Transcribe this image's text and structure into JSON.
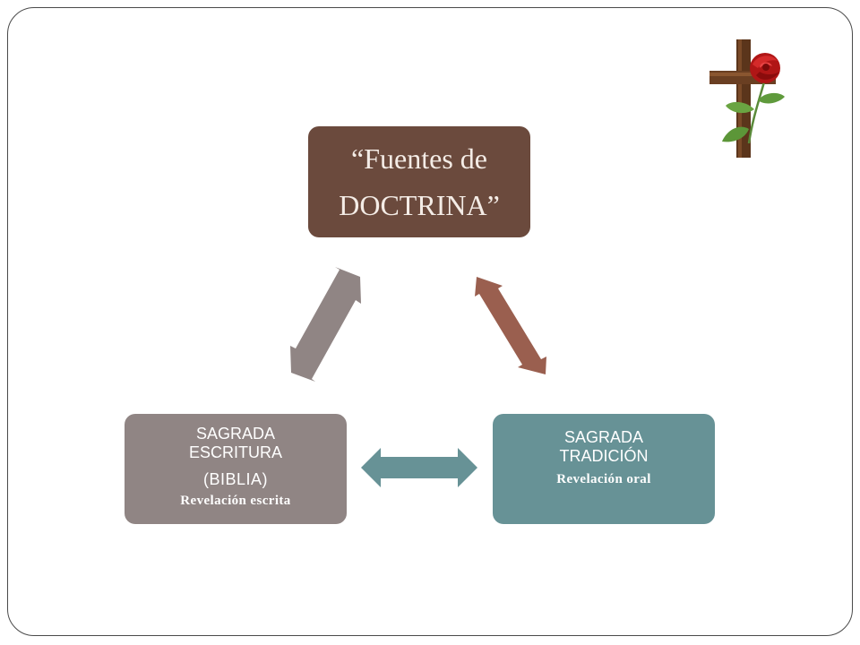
{
  "diagram": {
    "top_box": {
      "line1": "“Fuentes de",
      "line2": "DOCTRINA”"
    },
    "left_box": {
      "heading": "SAGRADA ESCRITURA",
      "subheading": "(BIBLIA)",
      "note": "Revelación escrita"
    },
    "right_box": {
      "heading": "SAGRADA TRADICIÓN",
      "note": "Revelación oral"
    },
    "colors": {
      "top": "#6b4a3d",
      "left": "#908584",
      "right": "#679296",
      "arrow_left": "#908584",
      "arrow_right": "#9a5f4f",
      "arrow_bottom": "#679296"
    },
    "decoration": "cross-with-rose-icon"
  }
}
